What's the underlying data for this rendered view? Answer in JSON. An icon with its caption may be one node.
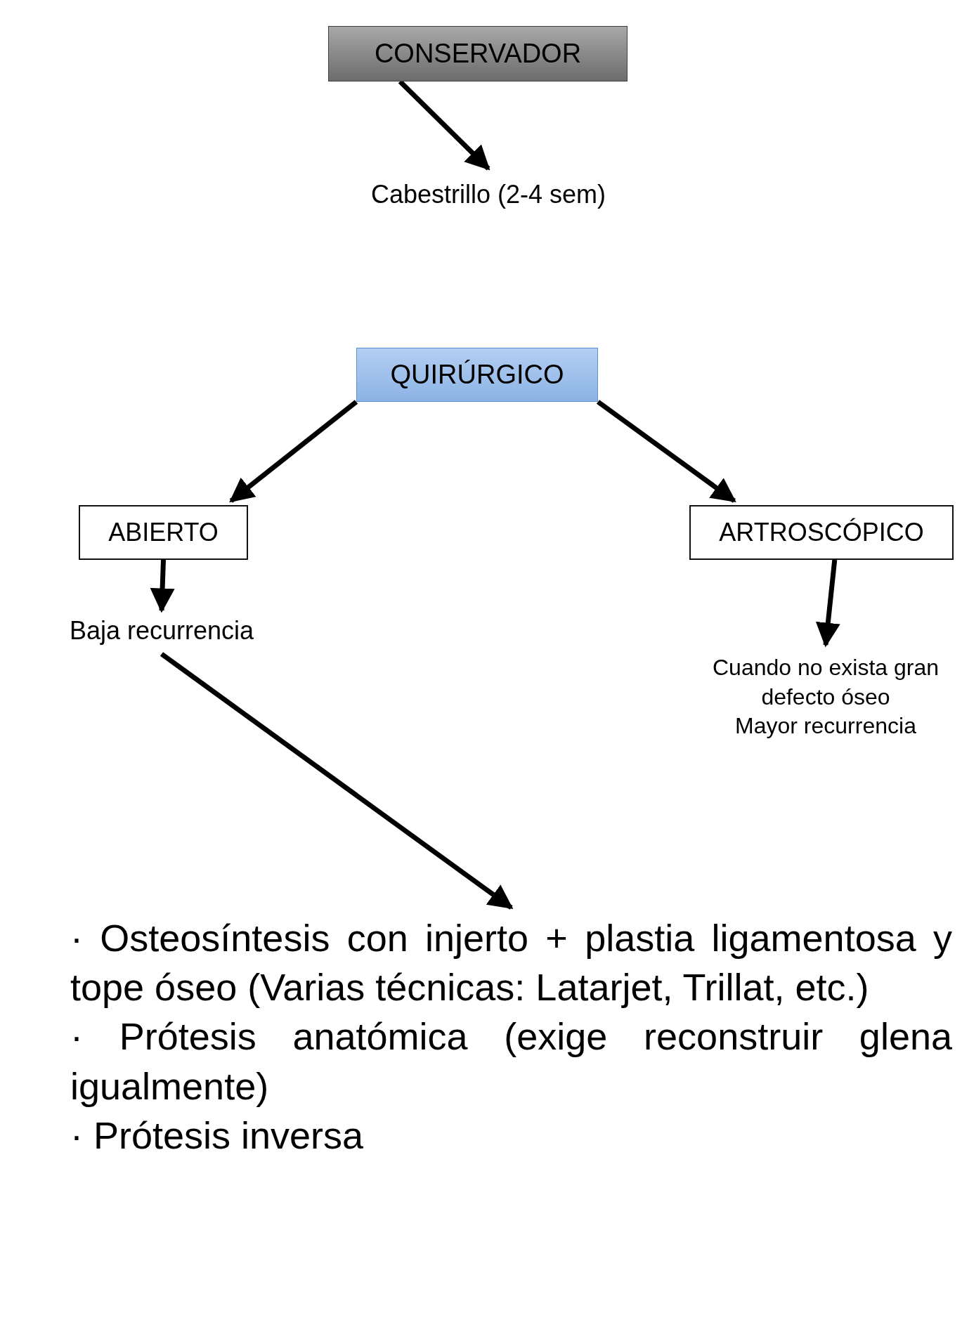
{
  "diagram": {
    "nodes": [
      {
        "text": [
          "CONSERVADOR"
        ]
      },
      {
        "text": [
          "Cabestrillo (2-4 sem)"
        ]
      },
      {
        "text": [
          "QUIRÚRGICO"
        ]
      },
      {
        "text": [
          "ABIERTO"
        ]
      },
      {
        "text": [
          "ARTROSCÓPICO"
        ]
      },
      {
        "text": [
          "Baja recurrencia"
        ]
      },
      {
        "text": [
          "Cuando no exista gran defecto óseo",
          "Mayor recurrencia"
        ]
      },
      {
        "text": [
          "· Osteosíntesis con injerto + plastia ligamentosa y tope óseo (Varias técnicas: Latarjet, Trillat, etc.)",
          "· Prótesis anatómica (exige reconstruir glena igualmente)",
          "· Prótesis inversa"
        ]
      }
    ],
    "edges": [
      {
        "from": 0,
        "to": 1,
        "arrow": "to"
      },
      {
        "from": 2,
        "to": 3,
        "arrow": "to"
      },
      {
        "from": 2,
        "to": 4,
        "arrow": "to"
      },
      {
        "from": 3,
        "to": 5,
        "arrow": "to"
      },
      {
        "from": 4,
        "to": 6,
        "arrow": "to"
      },
      {
        "from": 5,
        "to": 7,
        "arrow": "to"
      }
    ]
  }
}
